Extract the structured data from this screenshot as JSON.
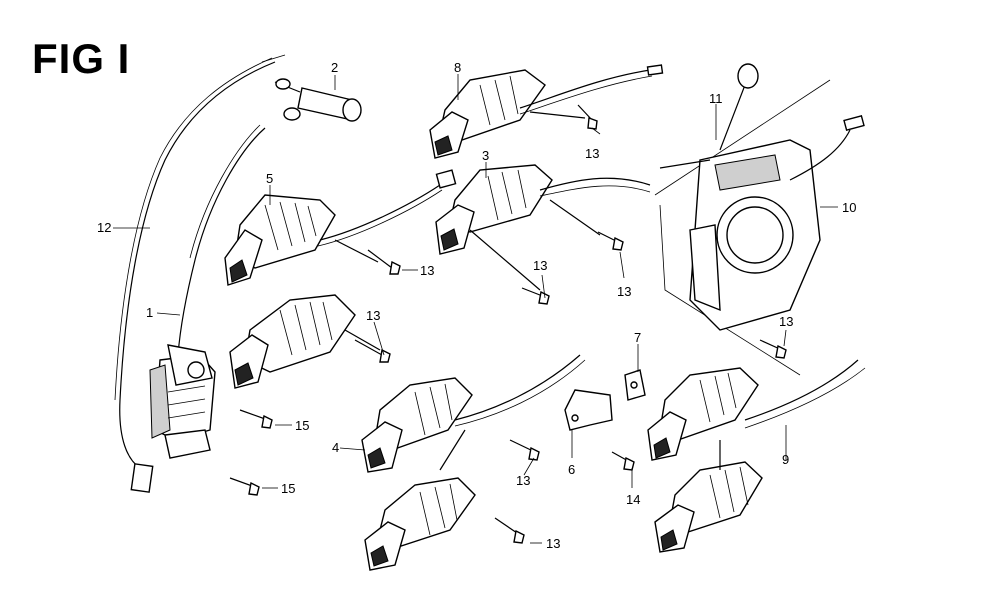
{
  "figure": {
    "title": "FIG I"
  },
  "callouts": {
    "p1": "1",
    "p2": "2",
    "p3": "3",
    "p4": "4",
    "p5": "5",
    "p6": "6",
    "p7": "7",
    "p8": "8",
    "p9": "9",
    "p10": "10",
    "p11": "11",
    "p12": "12",
    "b13a": "13",
    "b13b": "13",
    "b13c": "13",
    "b13d": "13",
    "b13e": "13",
    "b13f": "13",
    "b13g": "13",
    "b13h": "13",
    "b14": "14",
    "b15a": "15",
    "b15b": "15"
  }
}
